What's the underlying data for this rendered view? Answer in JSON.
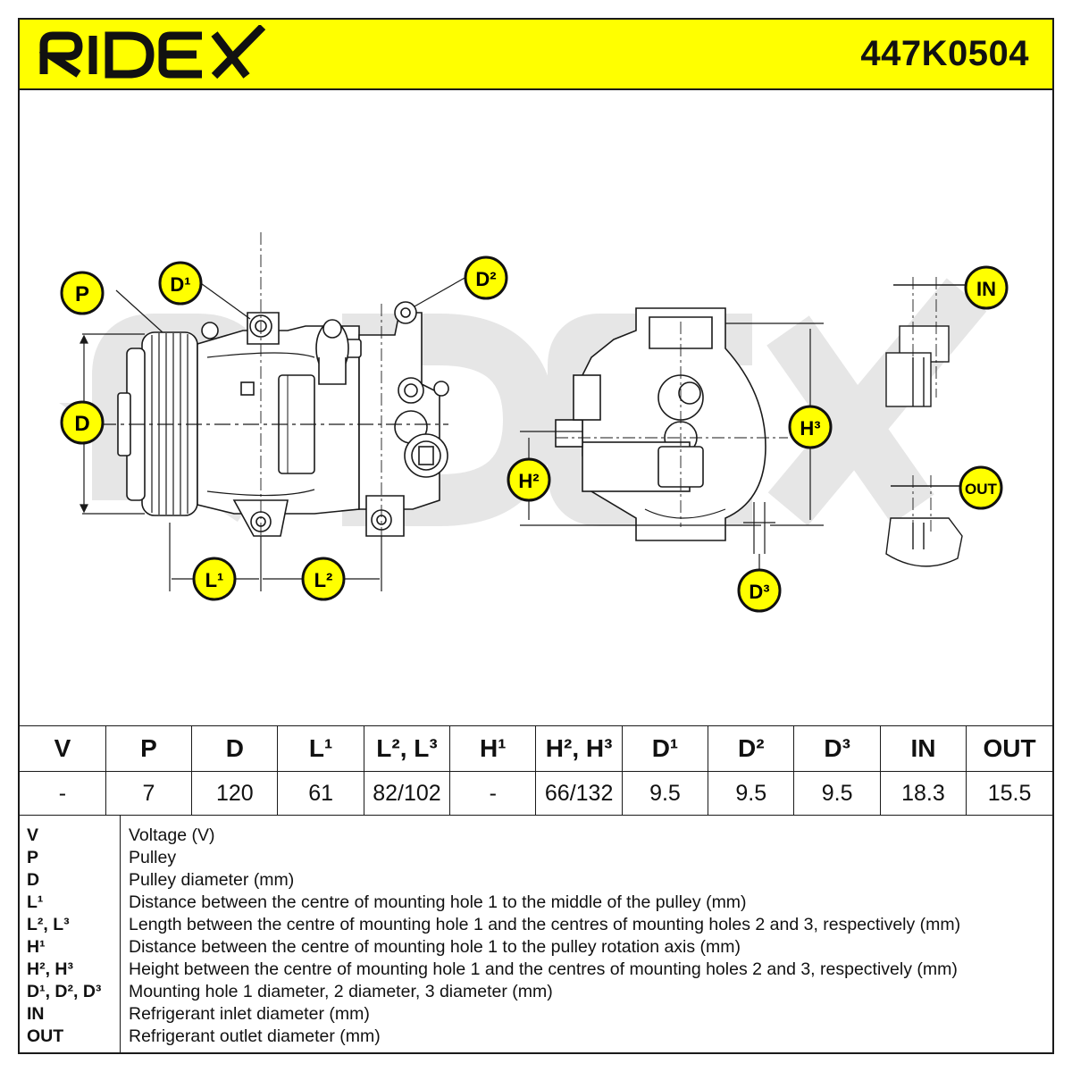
{
  "header": {
    "brand": "RIDEX",
    "part_number": "447K0504",
    "background_color": "#ffff00"
  },
  "callouts": {
    "P": "P",
    "D": "D",
    "D1": "D¹",
    "D2": "D²",
    "D3": "D³",
    "L1": "L¹",
    "L2": "L²",
    "H2": "H²",
    "H3": "H³",
    "IN": "IN",
    "OUT": "OUT"
  },
  "watermark": "RIDEX",
  "spec_table": {
    "headers": [
      "V",
      "P",
      "D",
      "L¹",
      "L², L³",
      "H¹",
      "H², H³",
      "D¹",
      "D²",
      "D³",
      "IN",
      "OUT"
    ],
    "values": [
      "-",
      "7",
      "120",
      "61",
      "82/102",
      "-",
      "66/132",
      "9.5",
      "9.5",
      "9.5",
      "18.3",
      "15.5"
    ]
  },
  "legend": [
    {
      "key": "V",
      "desc": "Voltage (V)"
    },
    {
      "key": "P",
      "desc": "Pulley"
    },
    {
      "key": "D",
      "desc": "Pulley diameter (mm)"
    },
    {
      "key": "L¹",
      "desc": "Distance between the centre of mounting hole 1 to the middle of the pulley (mm)"
    },
    {
      "key": "L², L³",
      "desc": "Length between the centre of mounting hole 1 and the centres of mounting holes 2 and 3, respectively (mm)"
    },
    {
      "key": "H¹",
      "desc": "Distance between the centre of mounting hole 1 to the pulley rotation axis (mm)"
    },
    {
      "key": "H², H³",
      "desc": "Height between the centre of mounting hole 1 and the centres of mounting holes 2 and 3, respectively (mm)"
    },
    {
      "key": "D¹, D², D³",
      "desc": "Mounting hole 1 diameter, 2 diameter, 3 diameter (mm)"
    },
    {
      "key": "IN",
      "desc": "Refrigerant inlet diameter (mm)"
    },
    {
      "key": "OUT",
      "desc": "Refrigerant outlet diameter (mm)"
    }
  ],
  "colors": {
    "callout_fill": "#ffff00",
    "callout_ring": "#111111",
    "line": "#1a1a1a",
    "watermark": "#e6e6e6"
  }
}
